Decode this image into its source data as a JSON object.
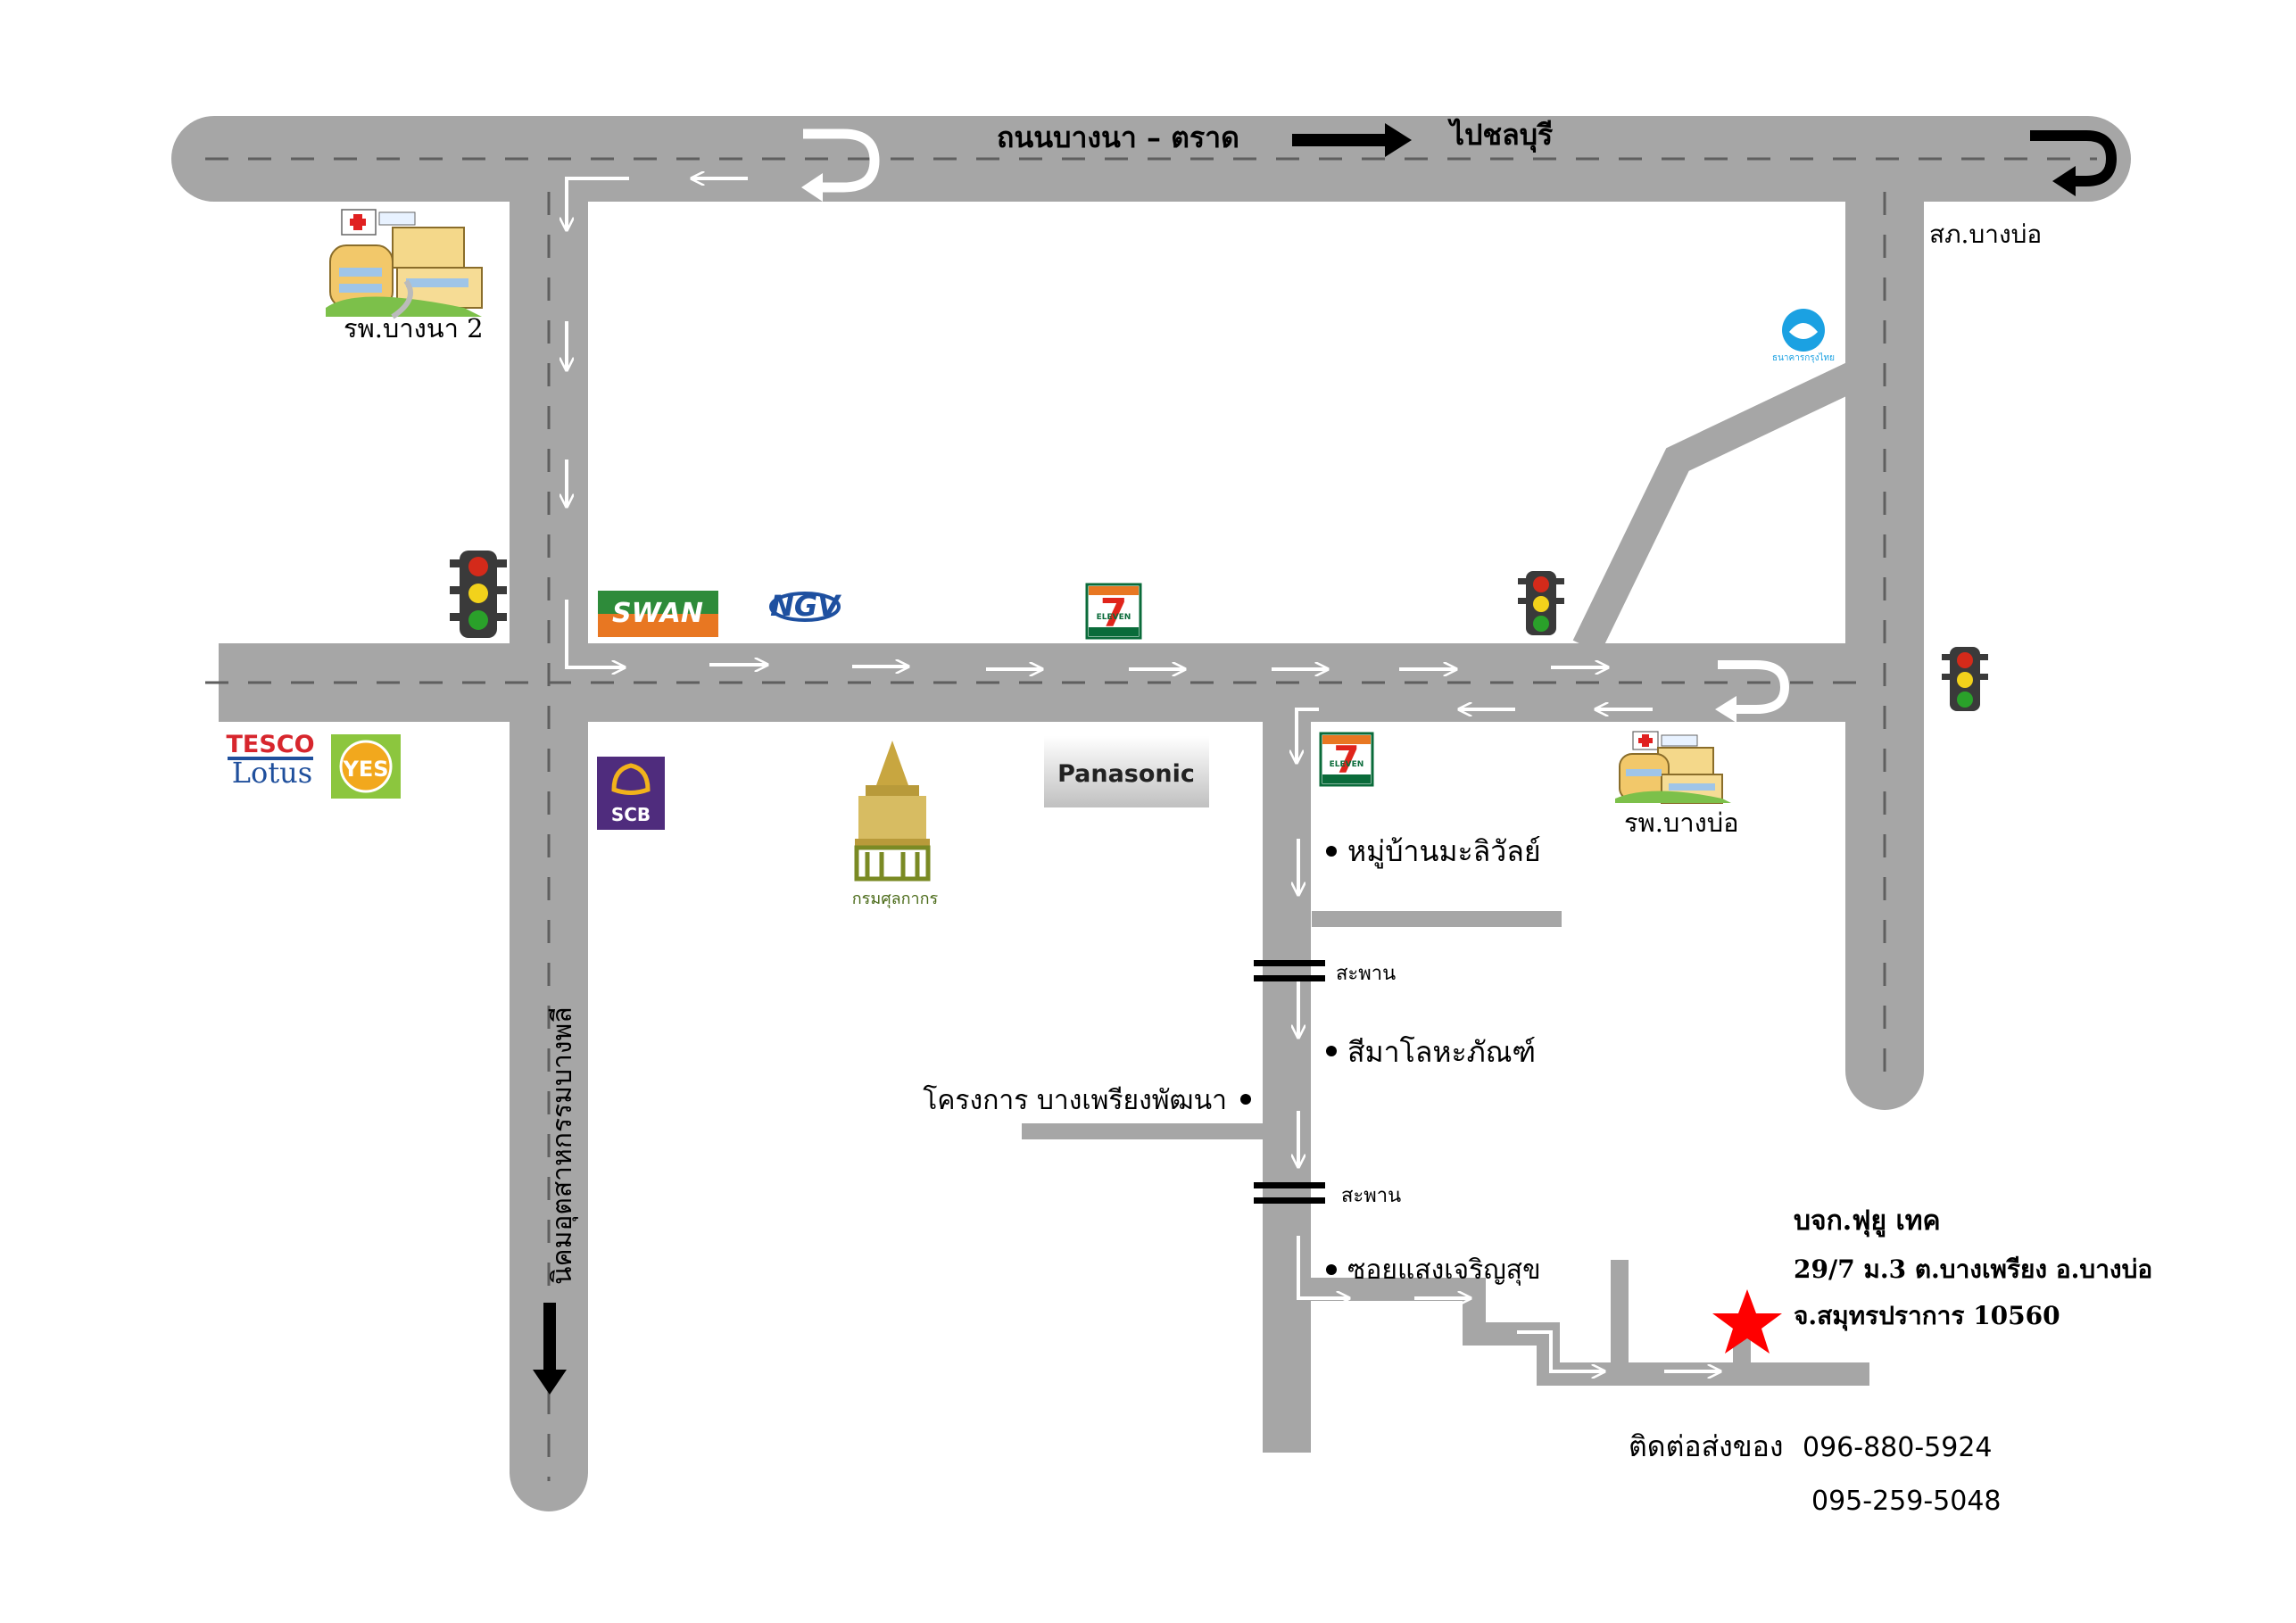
{
  "roads": {
    "main_road": "ถนนบางนา – ตราด",
    "direction": "ไปชลบุรี",
    "side_road": "นิคมอุตสาหกรรมบางพลี"
  },
  "places": {
    "police": "สภ.บางบ่อ",
    "hospital_bangna": "รพ.บางนา 2",
    "hospital_bangbo": "รพ.บางบ่อ",
    "village": "หมู่บ้านมะลิวัลย์",
    "bridge_1": "สะพาน",
    "bridge_2": "สะพาน",
    "shop": "สีมาโลหะภัณฑ์",
    "project": "โครงการ บางเพรียงพัฒนา",
    "soi": "ซอยแสงเจริญสุข"
  },
  "logos": {
    "swan": "SWAN",
    "ngv": "NGV",
    "seven_eleven": "7",
    "seven_eleven_sub": "ELEVEN",
    "tesco_top": "TESCO",
    "tesco_bottom": "Lotus",
    "yes": "YES",
    "scb": "SCB",
    "customs": "กรมศุลกากร",
    "panasonic": "Panasonic",
    "ktb": "ธนาคารกรุงไทย"
  },
  "company": {
    "name": "บจก.ฟุยู เทค",
    "address_1": "29/7 ม.3 ต.บางเพรียง อ.บางบ่อ",
    "address_2": "จ.สมุทรปราการ 10560"
  },
  "contact": {
    "label": "ติดต่อส่งของ",
    "phone_1": "096-880-5924",
    "phone_2": "095-259-5048"
  },
  "colors": {
    "road": "#a6a6a6",
    "center_line": "#5f5f5f",
    "arrow": "#ffffff",
    "destination": "#ff0000"
  }
}
